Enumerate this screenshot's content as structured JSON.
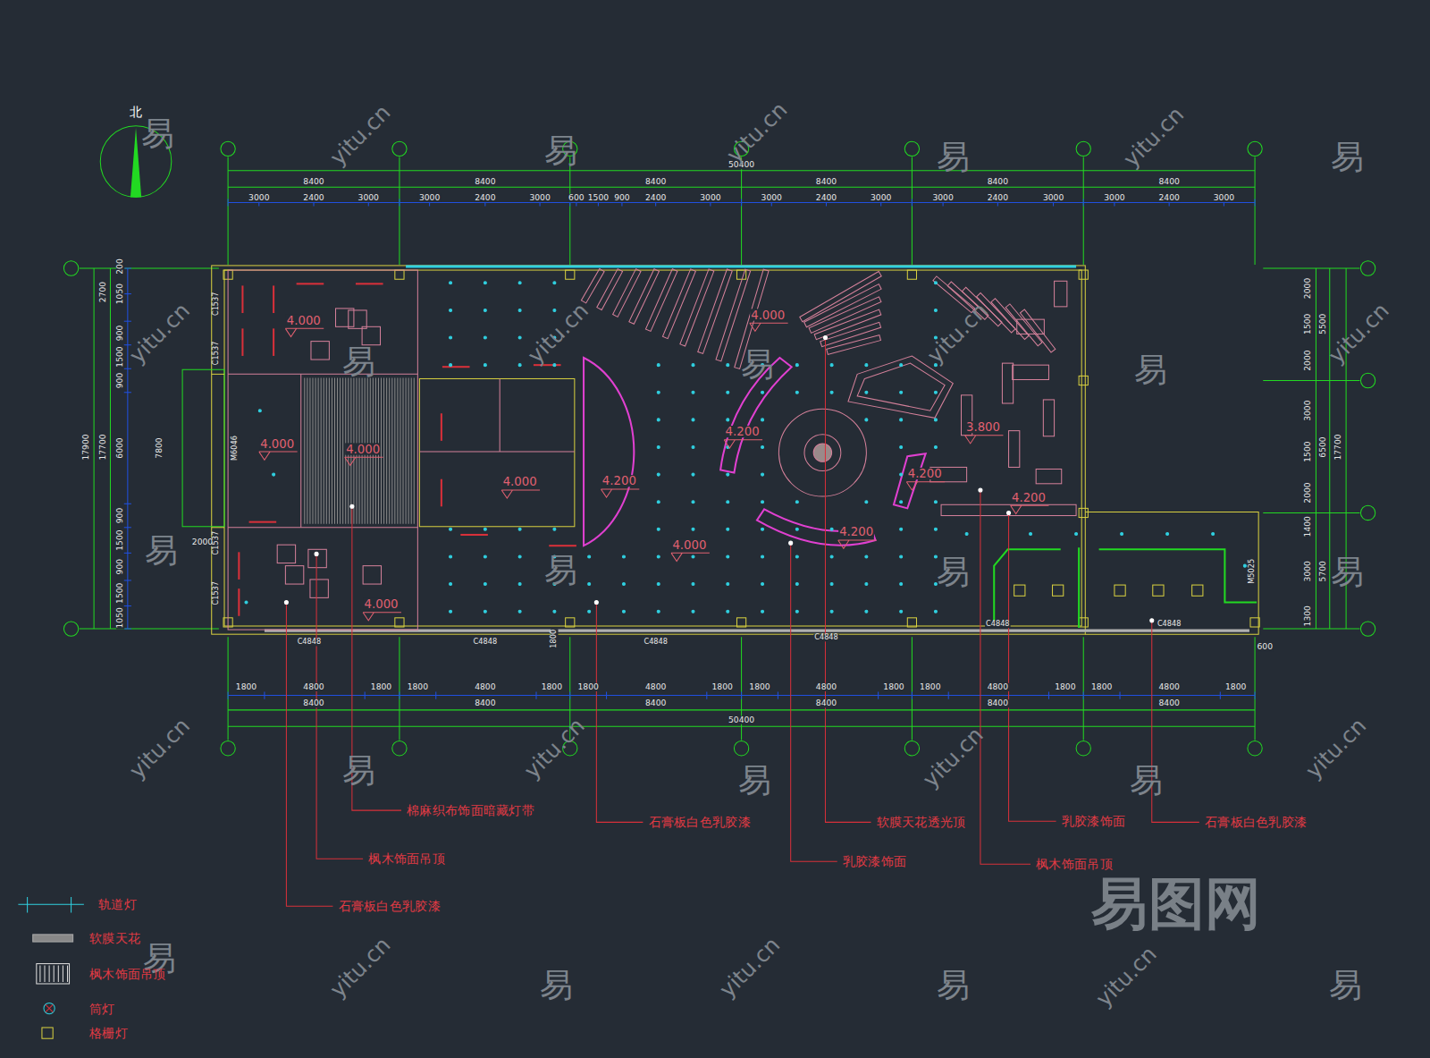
{
  "diagram": {
    "labels": [
      "北",
      "50400",
      "8400",
      "8400",
      "8400",
      "8400",
      "8400",
      "8400",
      "3000",
      "2400",
      "3000",
      "3000",
      "2400",
      "3000",
      "600",
      "1500",
      "900",
      "2400",
      "3000",
      "3000",
      "2400",
      "3000",
      "3000",
      "2400",
      "3000",
      "3000",
      "2400",
      "3000",
      "1800",
      "4800",
      "1800",
      "1800",
      "4800",
      "1800",
      "1800",
      "4800",
      "1800",
      "1800",
      "4800",
      "1800",
      "1800",
      "4800",
      "1800",
      "1800",
      "4800",
      "1800",
      "8400",
      "8400",
      "8400",
      "8400",
      "8400",
      "8400",
      "50400",
      "17900",
      "17700",
      "2700",
      "200",
      "1050",
      "900",
      "1500",
      "900",
      "6000",
      "900",
      "1500",
      "900",
      "1500",
      "1050",
      "7800",
      "2000",
      "2000",
      "1500",
      "2000",
      "3000",
      "1500",
      "2000",
      "1400",
      "3000",
      "1300",
      "5500",
      "6500",
      "5700",
      "17700",
      "600",
      "C1537",
      "C1537",
      "M6046",
      "C1537",
      "C1537",
      "M5025",
      "C4848",
      "C4848",
      "1800",
      "C4848",
      "C4848",
      "C4848",
      "C4848",
      "4.000",
      "4.000",
      "4.000",
      "4.000",
      "4.000",
      "4.200",
      "4.200",
      "3.800",
      "4.200",
      "4.200",
      "4.200",
      "4.000",
      "4.000",
      "棉麻织布饰面暗藏灯带",
      "石膏板白色乳胶漆",
      "软膜天花透光顶",
      "乳胶漆饰面",
      "石膏板白色乳胶漆",
      "枫木饰面吊顶",
      "乳胶漆饰面",
      "枫木饰面吊顶",
      "石膏板白色乳胶漆",
      "易",
      "易",
      "易",
      "易",
      "易",
      "易",
      "易",
      "易",
      "易",
      "易",
      "易",
      "易",
      "易",
      "易",
      "易",
      "易",
      "易",
      "易",
      "yitu.cn",
      "yitu.cn",
      "yitu.cn",
      "yitu.cn",
      "yitu.cn",
      "yitu.cn",
      "yitu.cn",
      "yitu.cn",
      "yitu.cn",
      "yitu.cn",
      "yitu.cn",
      "yitu.cn",
      "yitu.cn",
      "yitu.cn",
      "易图网"
    ],
    "legend": [
      {
        "text": "轨道灯"
      },
      {
        "text": "软膜天花"
      },
      {
        "text": "枫木饰面吊顶"
      },
      {
        "text": "筒灯"
      },
      {
        "text": "格栅灯"
      }
    ]
  }
}
